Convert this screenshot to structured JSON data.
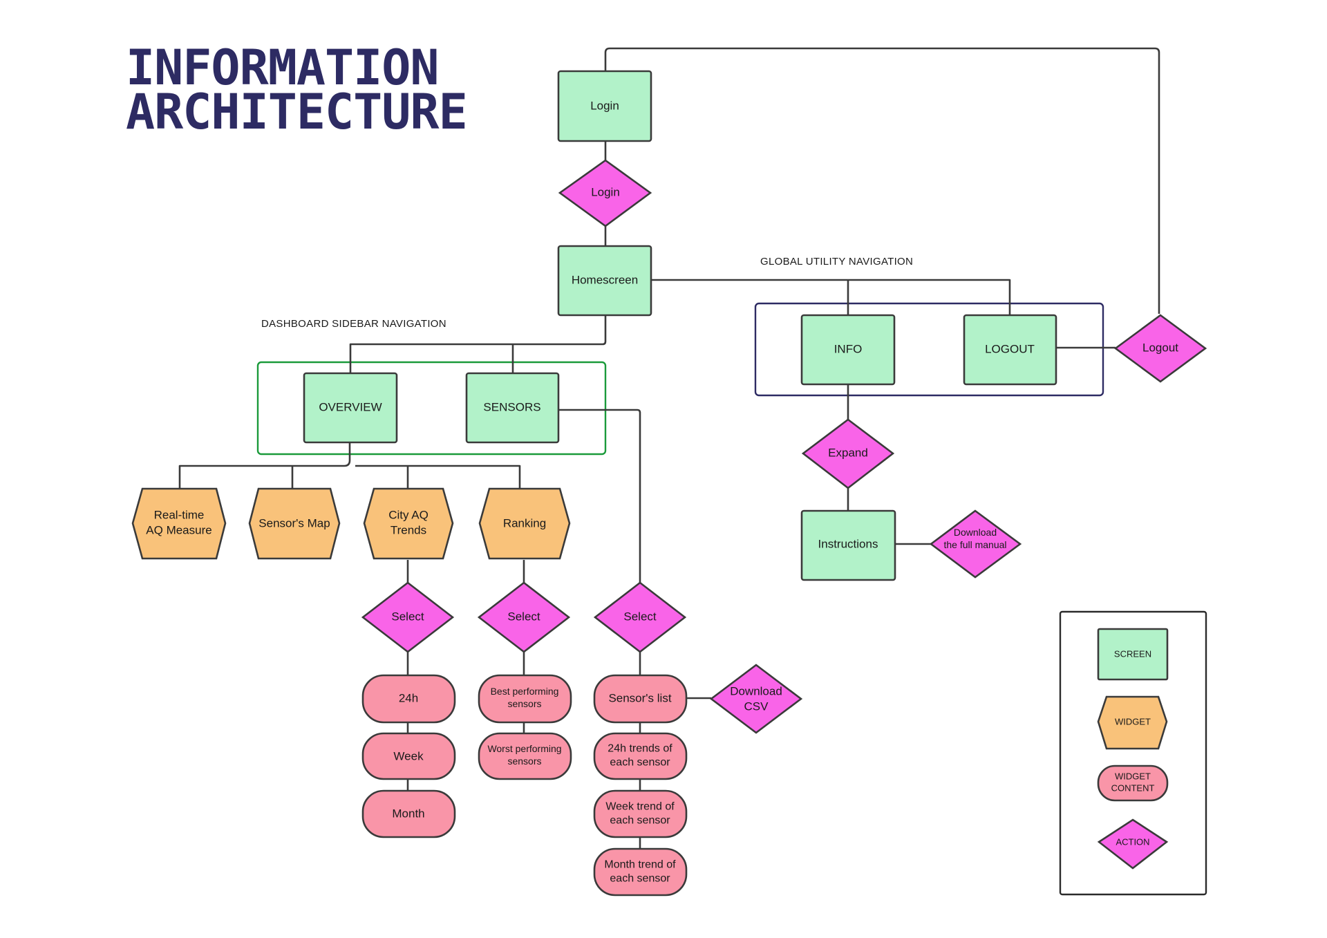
{
  "title": {
    "line1": "INFORMATION",
    "line2": "ARCHITECTURE"
  },
  "colors": {
    "screen": "#b2f2c9",
    "widget": "#f9c27a",
    "widget_content": "#f995a8",
    "action": "#f964e8",
    "title": "#2d2b63",
    "sidebar_group_border": "#1a9a3a",
    "utility_group_border": "#2d2b63",
    "connector": "#3a3a3a"
  },
  "groups": {
    "dashboard_sidebar": "DASHBOARD SIDEBAR NAVIGATION",
    "global_utility": "GLOBAL UTILITY NAVIGATION"
  },
  "screens": {
    "login": "Login",
    "homescreen": "Homescreen",
    "overview": "OVERVIEW",
    "sensors": "SENSORS",
    "info": "INFO",
    "logout": "LOGOUT",
    "instructions": "Instructions"
  },
  "actions": {
    "login": "Login",
    "logout": "Logout",
    "expand": "Expand",
    "download_manual": [
      "Download",
      "the full manual"
    ],
    "select_trends": "Select",
    "select_ranking": "Select",
    "select_sensors": "Select",
    "download_csv": [
      "Download",
      "CSV"
    ]
  },
  "widgets": {
    "realtime": [
      "Real-time",
      "AQ Measure"
    ],
    "sensors_map": "Sensor's Map",
    "city_trends": [
      "City AQ",
      "Trends"
    ],
    "ranking": "Ranking"
  },
  "widget_content": {
    "h24": "24h",
    "week": "Week",
    "month": "Month",
    "best": [
      "Best performing",
      "sensors"
    ],
    "worst": [
      "Worst performing",
      "sensors"
    ],
    "sensor_list": "Sensor's list",
    "trend_24h": [
      "24h trends of",
      "each sensor"
    ],
    "trend_week": [
      "Week trend of",
      "each sensor"
    ],
    "trend_month": [
      "Month trend of",
      "each sensor"
    ]
  },
  "legend": {
    "screen": "SCREEN",
    "widget": "WIDGET",
    "widget_content": [
      "WIDGET",
      "CONTENT"
    ],
    "action": "ACTION"
  }
}
